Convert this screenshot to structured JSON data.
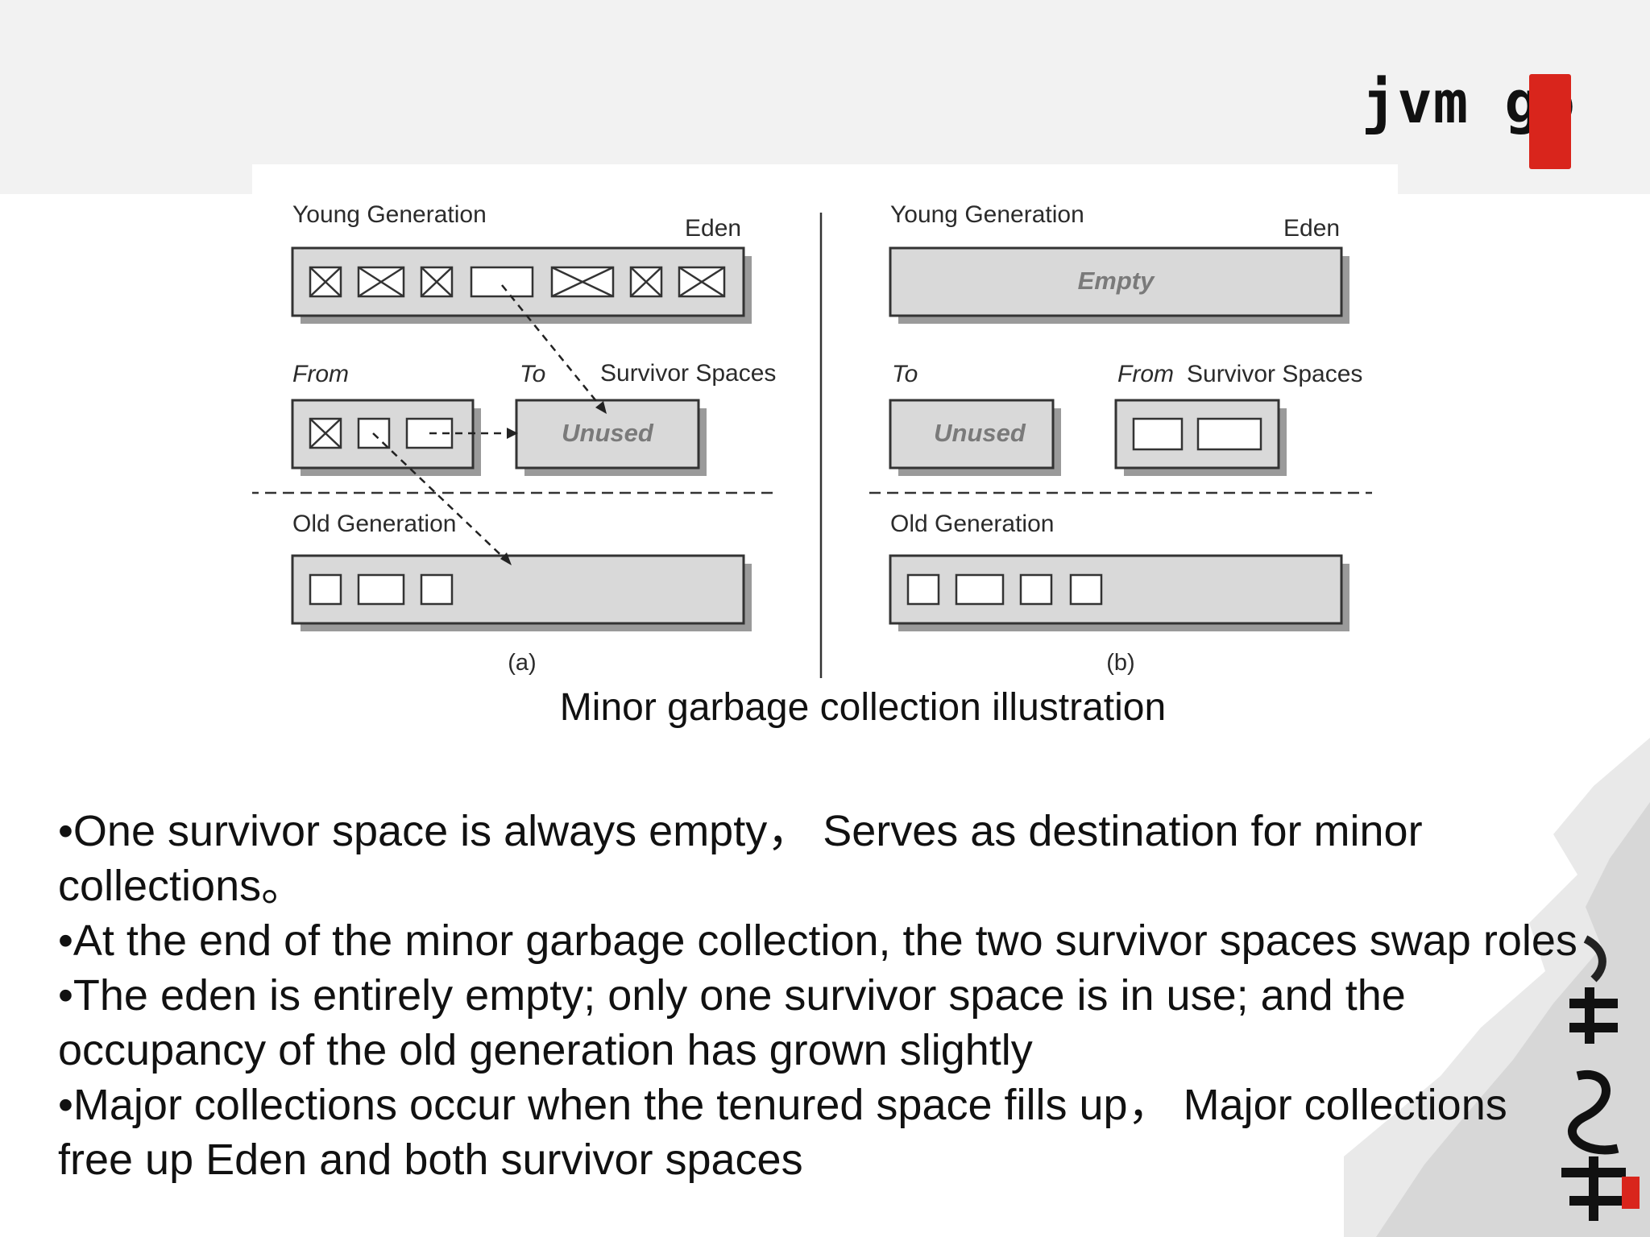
{
  "header": {
    "brand": "jvm go"
  },
  "diagram": {
    "panel_a": {
      "young_generation_label": "Young Generation",
      "eden_label": "Eden",
      "from_label": "From",
      "to_label": "To",
      "survivor_spaces_label": "Survivor Spaces",
      "unused_label": "Unused",
      "old_generation_label": "Old Generation",
      "panel_label": "(a)"
    },
    "panel_b": {
      "young_generation_label": "Young Generation",
      "eden_label": "Eden",
      "empty_label": "Empty",
      "to_label": "To",
      "from_label": "From",
      "survivor_spaces_label": "Survivor Spaces",
      "unused_label": "Unused",
      "old_generation_label": "Old Generation",
      "panel_label": "(b)"
    }
  },
  "caption": "Minor garbage collection illustration",
  "bullets": [
    "•One survivor space is always empty， Serves as destination for minor collections。",
    "•At the end of the minor garbage collection, the two survivor spaces swap roles",
    "•The eden is entirely empty; only one survivor space is in use; and the occupancy of the old generation has grown slightly",
    "•Major collections occur when the tenured space fills up， Major collections free up Eden and both survivor spaces"
  ],
  "colors": {
    "region_fill": "#d9d9d9",
    "region_shadow": "#9a9a9a",
    "seal_red": "#d9251c"
  }
}
